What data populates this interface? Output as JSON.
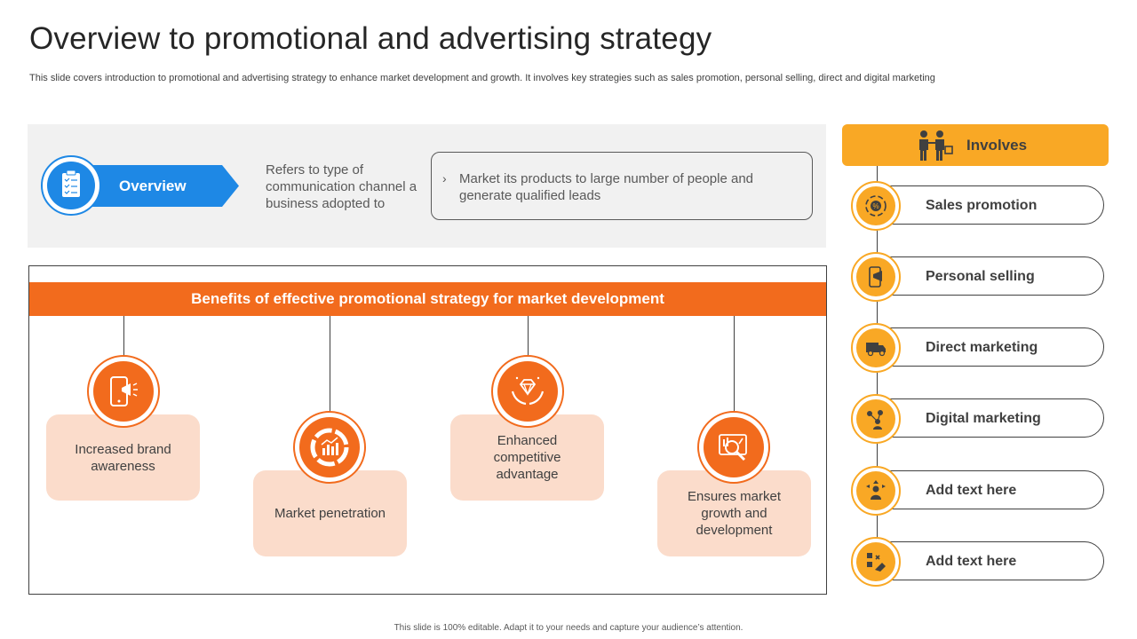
{
  "slide": {
    "title": "Overview to promotional and advertising strategy",
    "subtitle": "This slide covers introduction to promotional and advertising strategy to enhance market development and growth. It involves key strategies such as sales promotion, personal selling, direct and digital marketing"
  },
  "overview": {
    "label": "Overview",
    "icon": "clipboard-checklist-icon",
    "description": "Refers to type of communication channel a business adopted to",
    "box_marker": "›",
    "box_text": "Market its products to large number of people and generate qualified leads"
  },
  "benefits": {
    "title": "Benefits of effective promotional strategy for market development",
    "items": [
      {
        "label": "Increased brand awareness",
        "icon": "mobile-megaphone-icon"
      },
      {
        "label": "Market penetration",
        "icon": "bar-chart-ring-icon"
      },
      {
        "label": "Enhanced competitive advantage",
        "icon": "diamond-hands-icon"
      },
      {
        "label": "Ensures market growth and development",
        "icon": "growth-magnifier-icon"
      }
    ]
  },
  "involves": {
    "title": "Involves",
    "icon": "two-people-handshake-icon",
    "items": [
      {
        "label": "Sales promotion",
        "icon": "discount-cycle-icon"
      },
      {
        "label": "Personal selling",
        "icon": "phone-megaphone-icon"
      },
      {
        "label": "Direct marketing",
        "icon": "delivery-truck-icon"
      },
      {
        "label": "Digital marketing",
        "icon": "network-people-icon"
      },
      {
        "label": "Add text here",
        "icon": "person-arrows-icon"
      },
      {
        "label": "Add text here",
        "icon": "strategy-board-icon"
      }
    ]
  },
  "footer": "This slide is 100% editable. Adapt it to your needs and capture your audience’s attention.",
  "colors": {
    "blue": "#1e88e5",
    "orange": "#f26b1d",
    "peach": "#fbdccb",
    "amber": "#f9a825",
    "panel_gray": "#f1f1f1"
  }
}
